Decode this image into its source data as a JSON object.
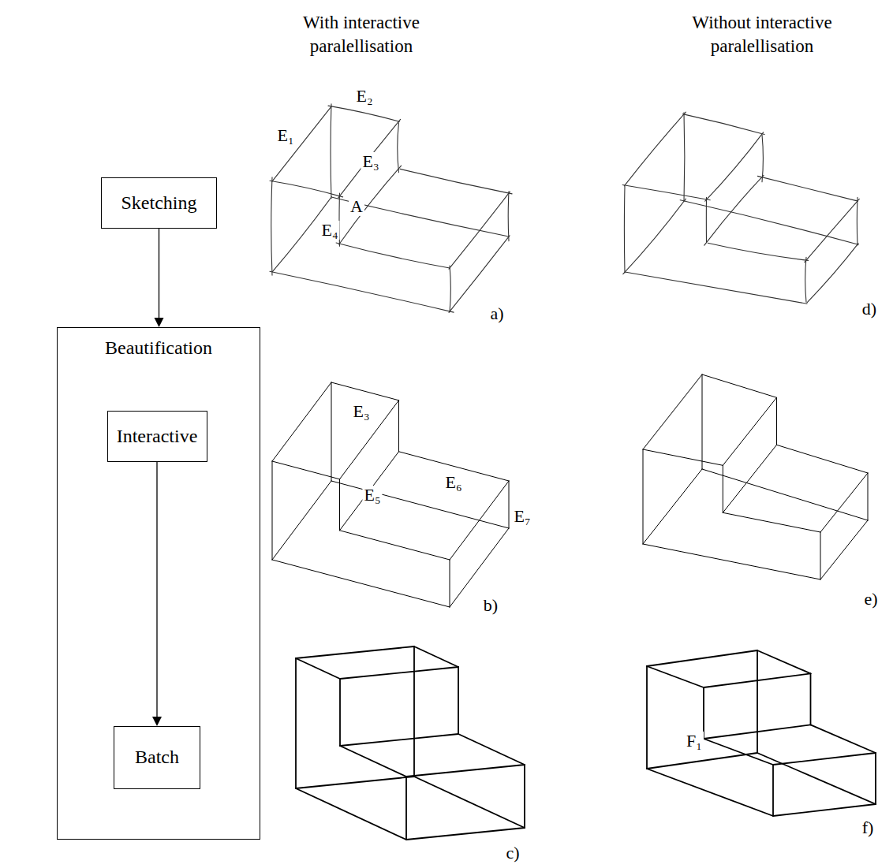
{
  "diagram": {
    "nodes": [
      {
        "text": [
          "Sketching"
        ]
      },
      {
        "text": [
          "Beautification"
        ]
      },
      {
        "text": [
          "Interactive"
        ],
        "in": 1
      },
      {
        "text": [
          "Batch"
        ],
        "in": 1
      }
    ],
    "edges": [
      {
        "from": 0,
        "to": 1,
        "arrow": "to"
      },
      {
        "from": 2,
        "to": 3,
        "arrow": "to"
      }
    ],
    "labels": [
      "With interactive paralellisation",
      "Without interactive paralellisation",
      "E₂",
      "E₁",
      "E₃",
      "A",
      "E₄",
      "a)",
      "d)",
      "E₃",
      "E₅",
      "E₆",
      "E₇",
      "b)",
      "e)",
      "c)",
      "F₁",
      "f)"
    ]
  }
}
